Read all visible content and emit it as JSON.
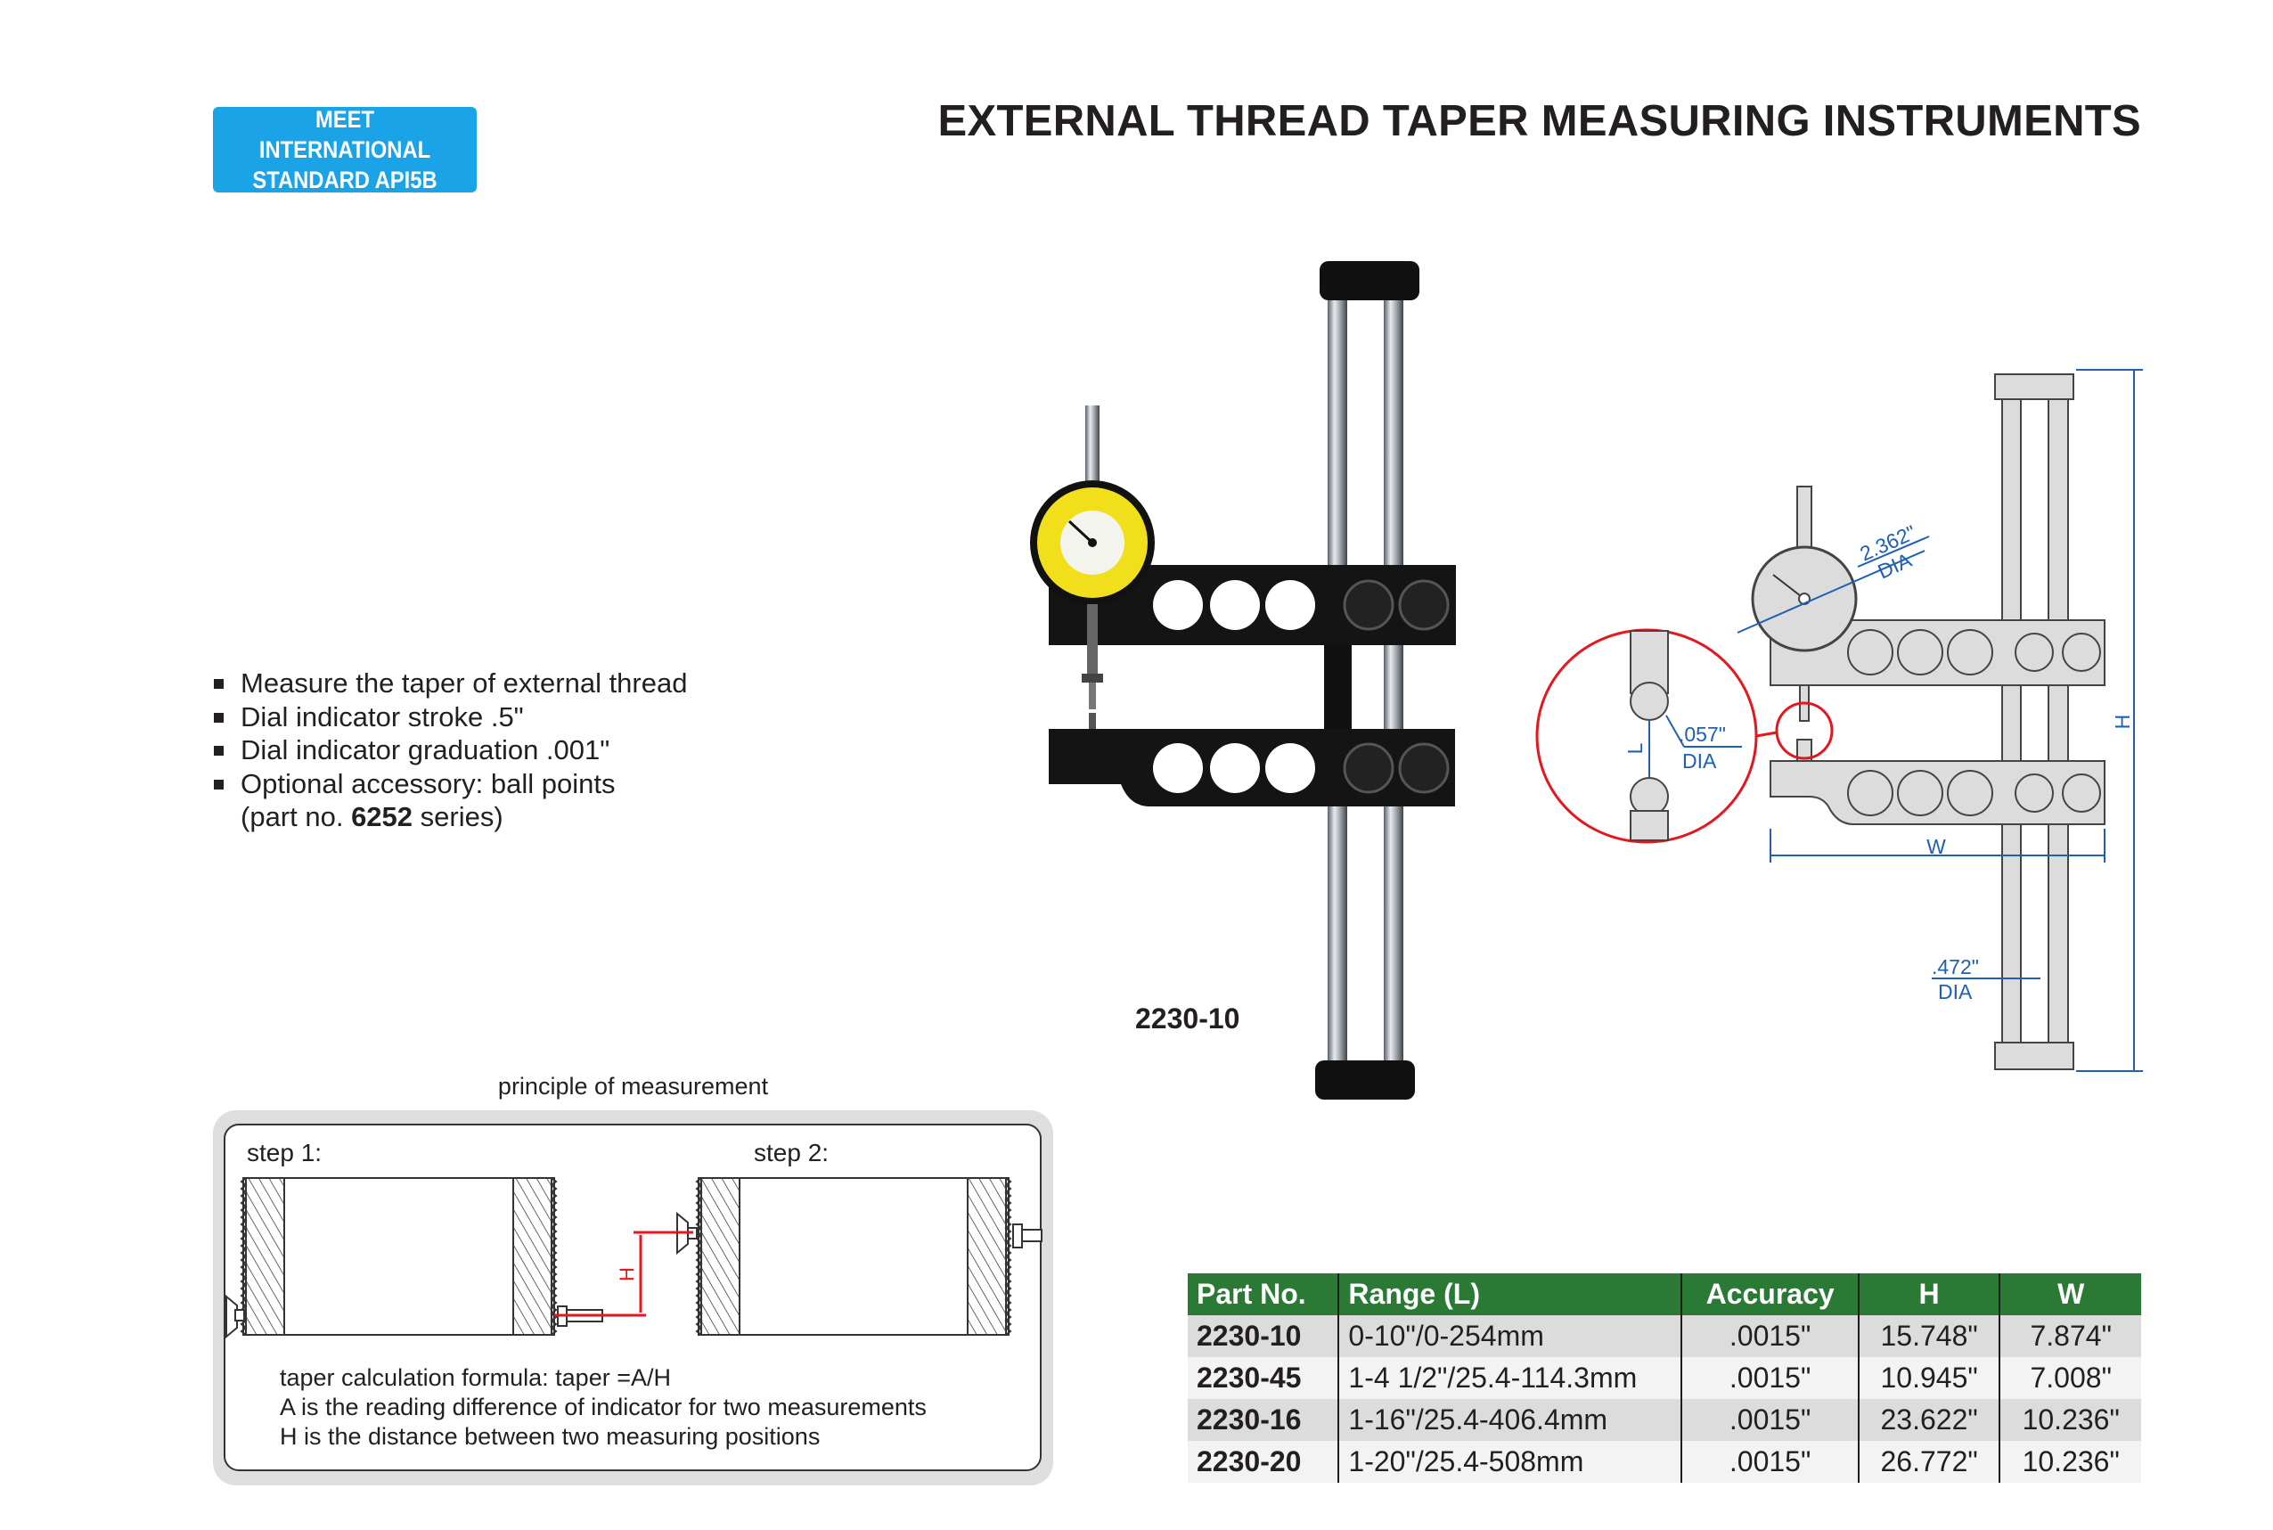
{
  "badge": {
    "line1": "MEET INTERNATIONAL",
    "line2": "STANDARD API5B",
    "color": "#1aa3e6"
  },
  "title": "EXTERNAL THREAD TAPER MEASURING INSTRUMENTS",
  "features": [
    "Measure the taper of external thread",
    "Dial indicator stroke .5\"",
    "Dial indicator graduation .001\"",
    "Optional accessory: ball points"
  ],
  "feature_note": {
    "prefix": "(part no. ",
    "part": "6252",
    "suffix": " series)"
  },
  "product_label": "2230-10",
  "drawing": {
    "dial_dia": "2.362\"",
    "dia": "DIA",
    "tip_dia": ".057\"",
    "rod_dia": ".472\"",
    "h": "H",
    "w": "W",
    "l": "L"
  },
  "principle": {
    "title": "principle of measurement",
    "step1": "step 1:",
    "step2": "step 2:",
    "h_label": "H",
    "formula": [
      "taper calculation formula: taper =A/H",
      "A is the reading difference of indicator for two measurements",
      "H is the distance between two measuring positions"
    ]
  },
  "table": {
    "header_color": "#2a7a35",
    "columns": [
      "Part No.",
      "Range (L)",
      "Accuracy",
      "H",
      "W"
    ],
    "rows": [
      [
        "2230-10",
        "0-10\"/0-254mm",
        ".0015\"",
        "15.748\"",
        "7.874\""
      ],
      [
        "2230-45",
        "1-4 1/2\"/25.4-114.3mm",
        ".0015\"",
        "10.945\"",
        "7.008\""
      ],
      [
        "2230-16",
        "1-16\"/25.4-406.4mm",
        ".0015\"",
        "23.622\"",
        "10.236\""
      ],
      [
        "2230-20",
        "1-20\"/25.4-508mm",
        ".0015\"",
        "26.772\"",
        "10.236\""
      ]
    ]
  }
}
